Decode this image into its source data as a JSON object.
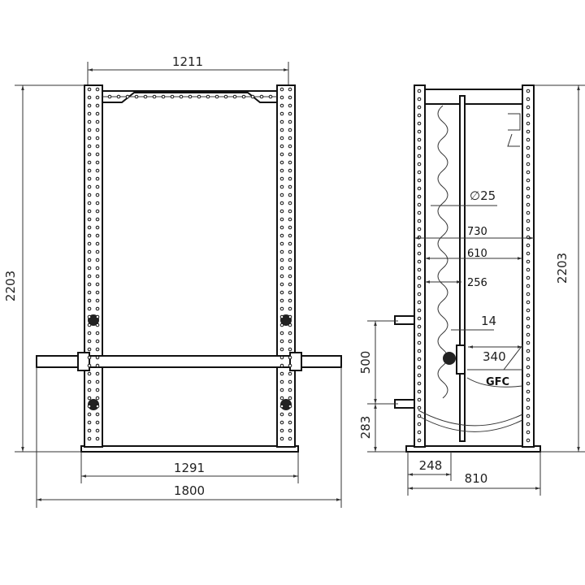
{
  "front_view": {
    "width_inner": "1211",
    "height": "2203",
    "base_width": "1291",
    "barbell_length": "1800"
  },
  "side_view": {
    "height": "2203",
    "pole_diameter": "∅25",
    "depth_outer": "730",
    "depth_inner": "610",
    "pole_offset": "256",
    "gap": "14",
    "arm_length": "340",
    "upper_peg_height": "500",
    "lower_peg_height": "283",
    "peg_offset": "248",
    "base_depth": "810",
    "brand_logo": "GFC"
  }
}
